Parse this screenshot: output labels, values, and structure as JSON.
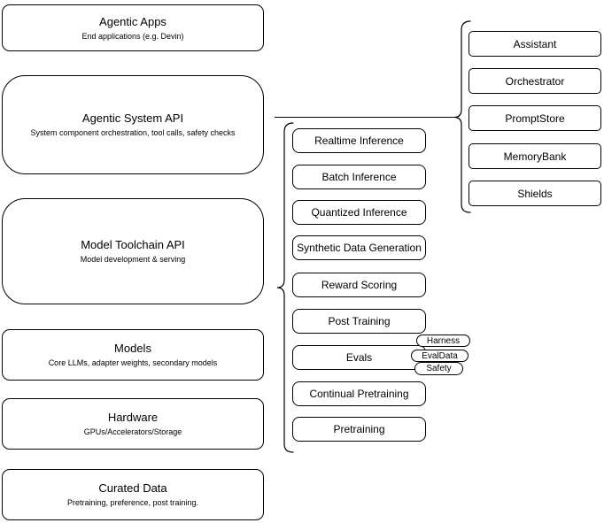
{
  "stack": [
    {
      "title": "Agentic Apps",
      "subtitle": "End applications (e.g. Devin)"
    },
    {
      "title": "Agentic System API",
      "subtitle": "System component orchestration, tool calls, safety checks"
    },
    {
      "title": "Model Toolchain API",
      "subtitle": "Model development & serving"
    },
    {
      "title": "Models",
      "subtitle": "Core LLMs, adapter weights, secondary models"
    },
    {
      "title": "Hardware",
      "subtitle": "GPUs/Accelerators/Storage"
    },
    {
      "title": "Curated Data",
      "subtitle": "Pretraining, preference, post training."
    }
  ],
  "toolchain": {
    "items": [
      "Realtime Inference",
      "Batch Inference",
      "Quantized Inference",
      "Synthetic Data Generation",
      "Reward Scoring",
      "Post Training",
      "Evals",
      "Continual Pretraining",
      "Pretraining"
    ]
  },
  "evals_tags": [
    "Harness",
    "EvalData",
    "Safety"
  ],
  "system_components": {
    "items": [
      "Assistant",
      "Orchestrator",
      "PromptStore",
      "MemoryBank",
      "Shields"
    ]
  },
  "colors": {
    "background": "#ffffff",
    "node_fill": "#ffffff",
    "node_border": "#000000",
    "text": "#000000"
  }
}
